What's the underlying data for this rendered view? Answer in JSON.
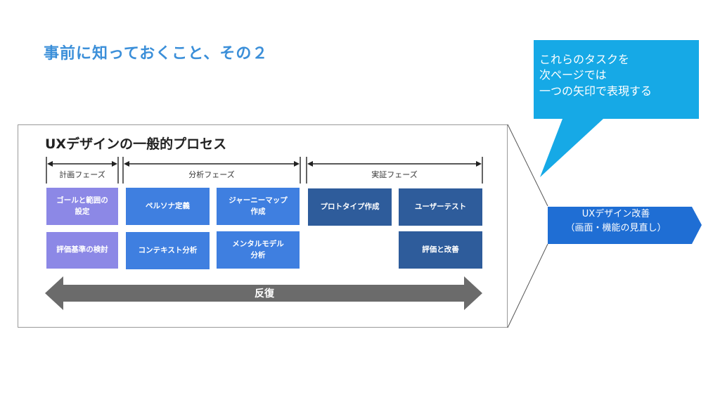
{
  "slide": {
    "title": "事前に知っておくこと、その２"
  },
  "diagram": {
    "title": "UXデザインの一般的プロセス",
    "phases": [
      {
        "label": "計画フェーズ"
      },
      {
        "label": "分析フェーズ"
      },
      {
        "label": "実証フェーズ"
      }
    ],
    "boxes": {
      "goal": "ゴールと範囲の\n設定",
      "criteria": "評価基準の検討",
      "persona": "ペルソナ定義",
      "context": "コンテキスト分析",
      "journey": "ジャーニーマップ\n作成",
      "mental": "メンタルモデル\n分析",
      "prototype": "プロトタイプ作成",
      "usertest": "ユーザーテスト",
      "evaluation": "評価と改善"
    },
    "iteration_label": "反復"
  },
  "callout": {
    "text": "これらのタスクを\n次ページでは\n一つの矢印で表現する"
  },
  "improvement": {
    "text": "UXデザイン改善\n（画面・機能の見直し）"
  },
  "colors": {
    "title_blue": "#3b8fd9",
    "plan_purple": "#8c88e6",
    "analysis_blue": "#3f7fe0",
    "verify_navy": "#2e5c9b",
    "iteration_gray": "#6b6b6b",
    "callout_cyan": "#16a9e6",
    "improvement_blue": "#1f6ed4"
  }
}
